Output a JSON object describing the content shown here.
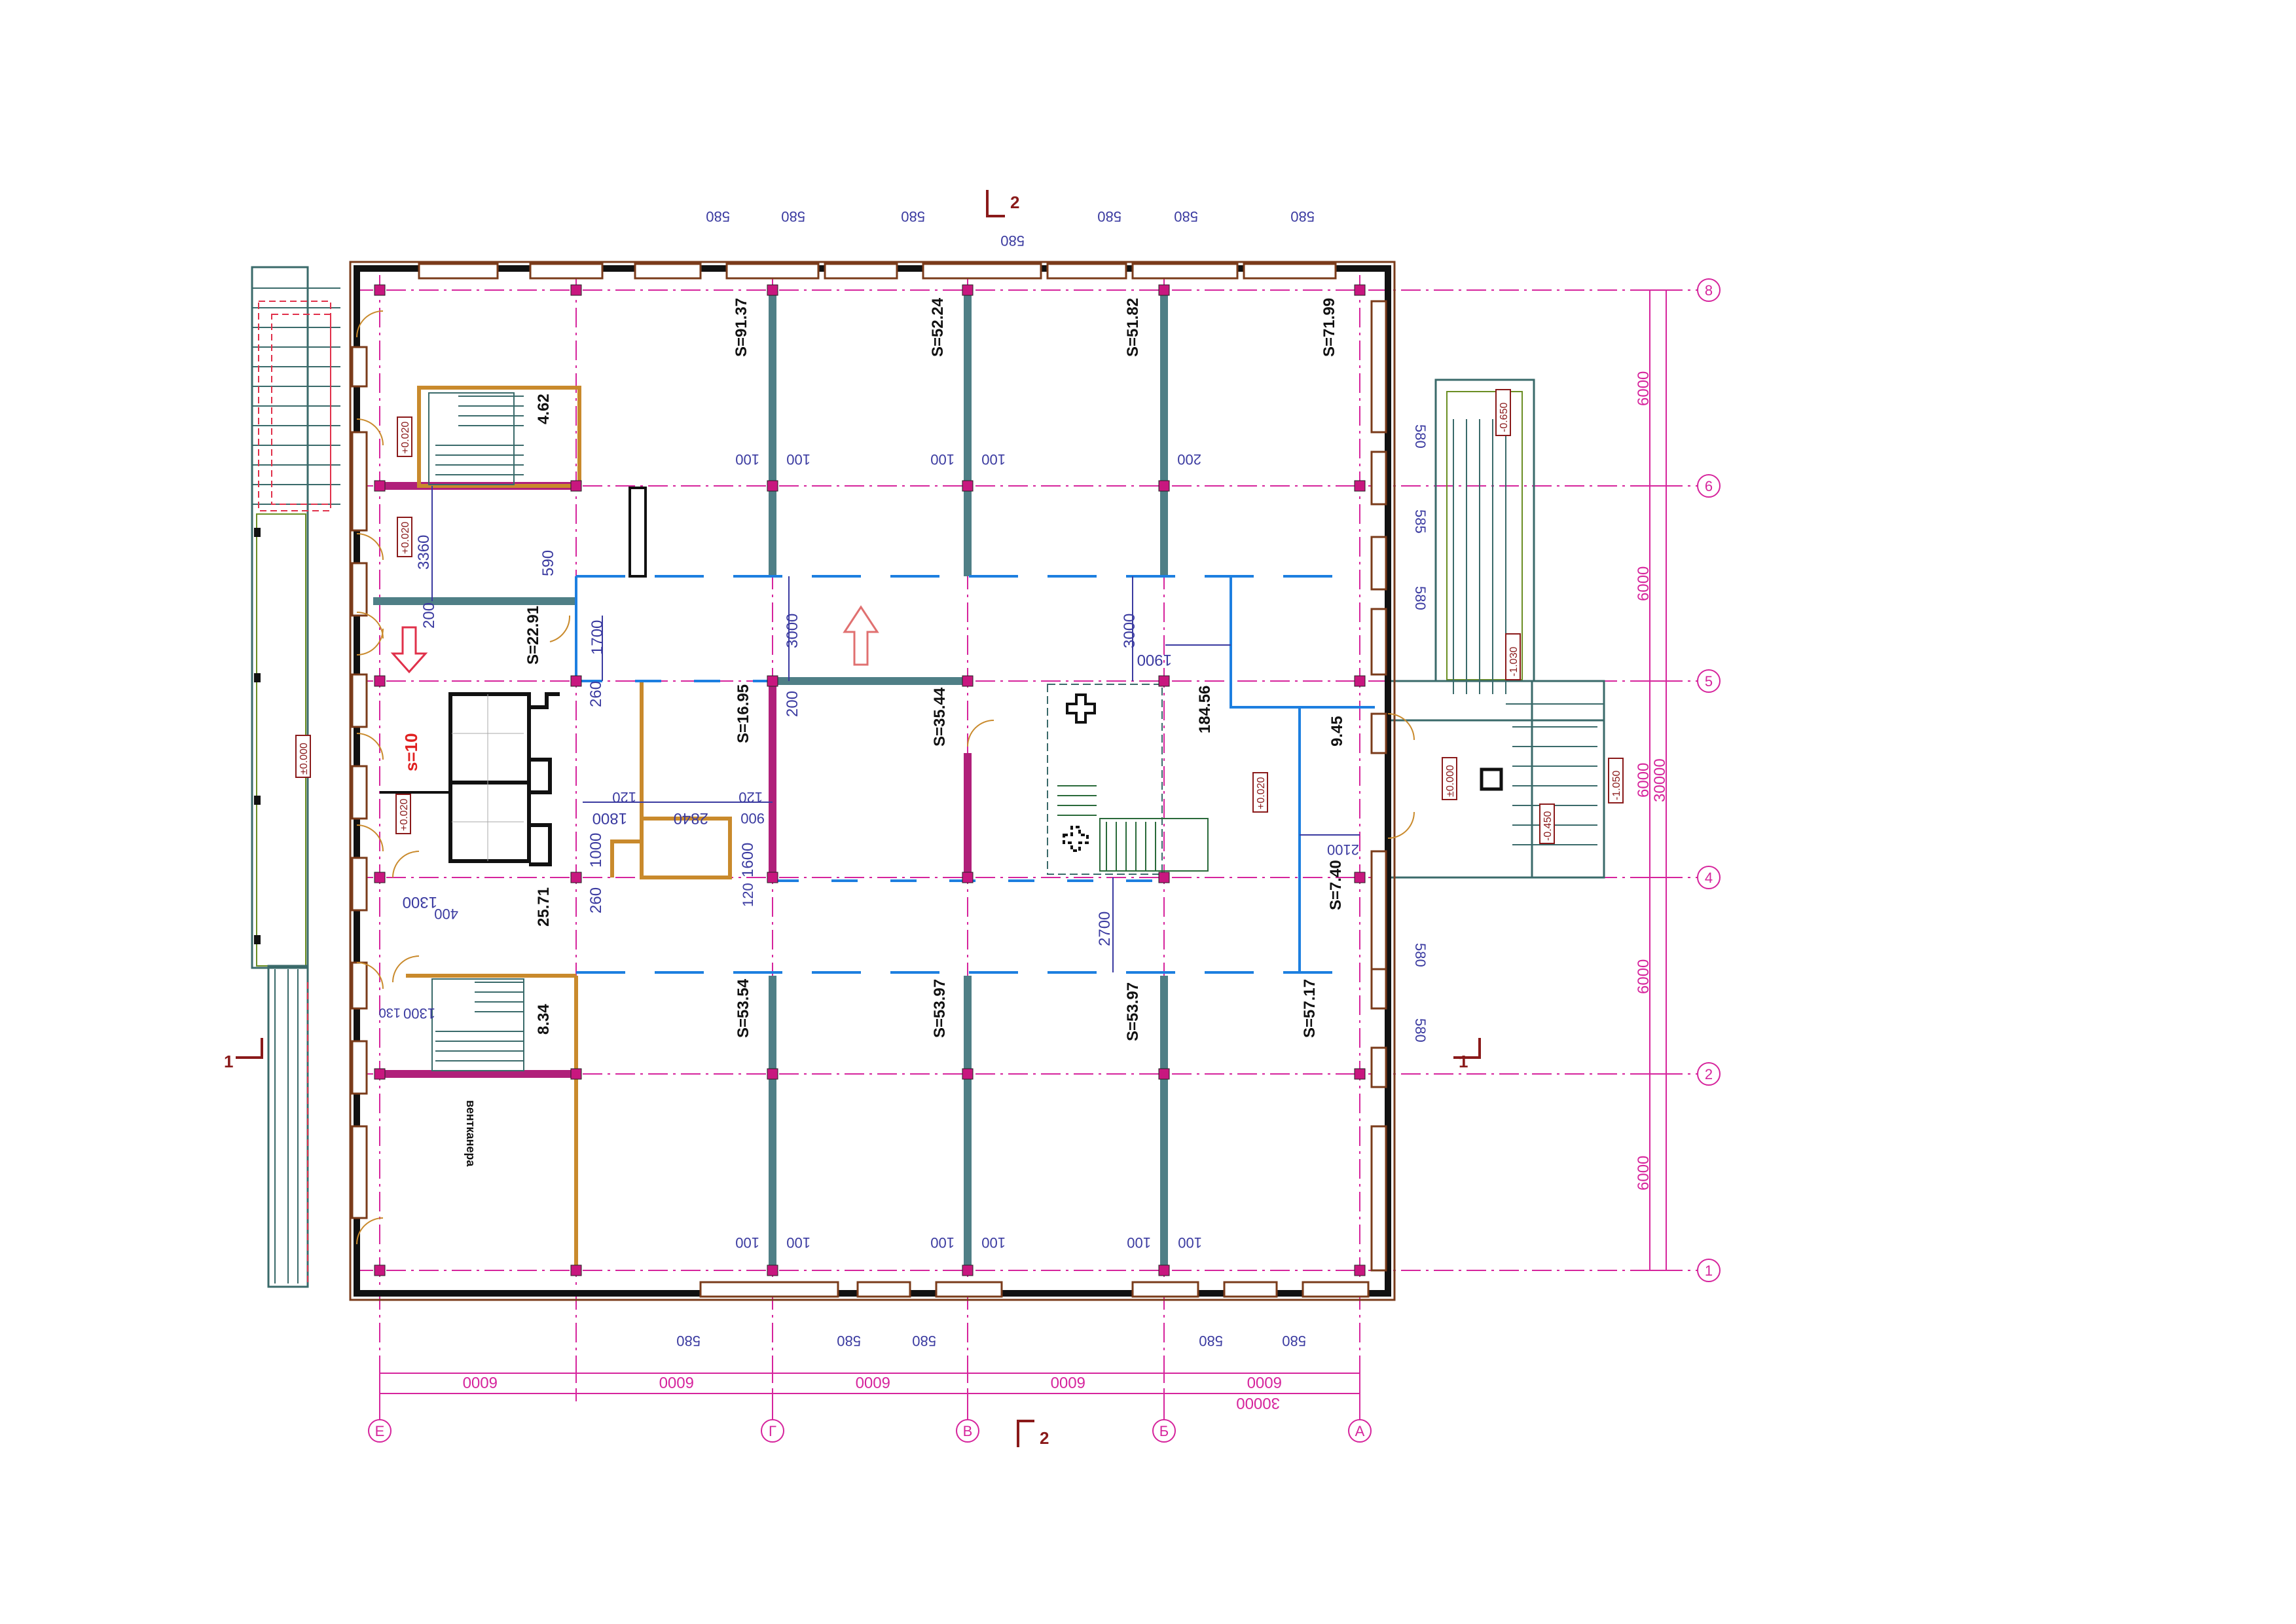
{
  "plan": {
    "axes_letters": [
      "Е",
      "Г",
      "В",
      "Б",
      "А"
    ],
    "axes_numbers": [
      "8",
      "6",
      "5",
      "4",
      "2",
      "1"
    ],
    "grid_dims_horizontal": [
      "6000",
      "6000",
      "6000",
      "6000",
      "6000"
    ],
    "overall_horizontal": "30000",
    "grid_dims_vertical": [
      "6000",
      "6000",
      "6000",
      "6000",
      "6000"
    ],
    "overall_vertical": "30000",
    "section_marks": {
      "s1": "1",
      "s2": "2"
    },
    "rooms": {
      "r1": "S=91.37",
      "r2": "S=52.24",
      "r3": "S=51.82",
      "r4": "S=71.99",
      "r5": "4.62",
      "r6": "S=22.91",
      "r7": "S=16.95",
      "r8": "S=35.44",
      "r9": "184.56",
      "r10": "9.45",
      "r11": "25.71",
      "r12": "S=7.40",
      "r13": "8.34",
      "r14": "S=53.54",
      "r15": "S=53.97",
      "r16": "S=53.97",
      "r17": "S=57.17",
      "r18": "вентканера",
      "r19": "s=10"
    },
    "levels": {
      "l1": "+0.020",
      "l2": "+0.020",
      "l3": "+0.020",
      "l4": "±0.000",
      "l5": "+0.020",
      "l6": "±0.000",
      "l7": "-0.650",
      "l8": "-1.030",
      "l9": "-0.450",
      "l10": "-1.050"
    },
    "dims": {
      "d1": "3360",
      "d2": "200",
      "d3": "590",
      "d4": "1700",
      "d5": "260",
      "d6": "3000",
      "d7": "3000",
      "d8": "1900",
      "d9": "200",
      "d10": "120",
      "d11": "1800",
      "d12": "2840",
      "d13": "900",
      "d14": "120",
      "d15": "1000",
      "d16": "1600",
      "d17": "260",
      "d18": "120",
      "d19": "1300",
      "d20": "400",
      "d21": "2700",
      "d22": "2100",
      "d23": "130",
      "d24": "1300",
      "d25": "100",
      "d26": "100",
      "d27": "100",
      "d28": "100",
      "d29": "200",
      "d30": "100",
      "d31": "100",
      "d32": "100",
      "d33": "100",
      "d34": "100",
      "d35": "100",
      "d36": "580",
      "d37": "585",
      "d38": "580",
      "d39": "580",
      "d40": "580",
      "top": [
        "580",
        "580",
        "580",
        "580",
        "580",
        "580",
        "580"
      ],
      "bottom": [
        "580",
        "580",
        "580",
        "580",
        "580"
      ]
    }
  },
  "colors": {
    "wall": "#111111",
    "brick": "#7a3b1a",
    "column": "#c8177f",
    "axis_line": "#d6249c",
    "partition_teal": "#4f7f86",
    "partition_magenta": "#b0207a",
    "partition_blue": "#1d7fe0",
    "partition_orange": "#c98a2c",
    "dimension": "#3a3aa0",
    "stair": "#3a6a6a"
  }
}
